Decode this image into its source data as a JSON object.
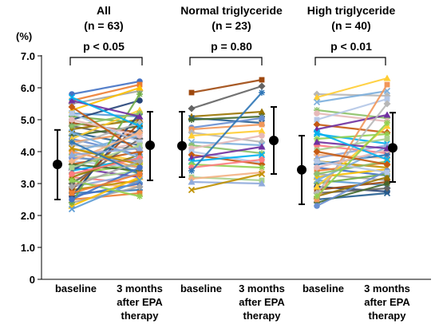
{
  "chart_data": {
    "type": "line",
    "ylabel": "(%)",
    "ylim": [
      0,
      7
    ],
    "yticks": [
      "0",
      "1.0",
      "2.0",
      "3.0",
      "4.0",
      "5.0",
      "6.0",
      "7.0"
    ],
    "grid": false,
    "legend": "none",
    "panels": [
      {
        "title_line1": "All",
        "title_line2": "(n = 63)",
        "p_label": "p < 0.05",
        "x_labels": [
          [
            "baseline"
          ],
          [
            "3 months",
            "after EPA",
            "therapy"
          ]
        ],
        "summary": [
          {
            "mean": 3.6,
            "low": 2.5,
            "high": 4.68
          },
          {
            "mean": 4.2,
            "low": 3.1,
            "high": 5.25
          }
        ],
        "pairs": [
          [
            5.8,
            6.2
          ],
          [
            5.6,
            6.1
          ],
          [
            5.5,
            5.9
          ],
          [
            5.3,
            6.0
          ],
          [
            5.2,
            5.1
          ],
          [
            5.1,
            4.9
          ],
          [
            5.0,
            5.6
          ],
          [
            4.9,
            4.6
          ],
          [
            4.8,
            4.4
          ],
          [
            4.7,
            5.0
          ],
          [
            4.6,
            4.2
          ],
          [
            4.5,
            4.8
          ],
          [
            4.4,
            3.9
          ],
          [
            4.3,
            4.6
          ],
          [
            4.2,
            4.1
          ],
          [
            4.1,
            3.7
          ],
          [
            4.0,
            4.5
          ],
          [
            3.9,
            3.3
          ],
          [
            3.8,
            4.3
          ],
          [
            3.7,
            3.5
          ],
          [
            3.6,
            4.0
          ],
          [
            3.5,
            3.2
          ],
          [
            3.4,
            3.8
          ],
          [
            3.3,
            3.6
          ],
          [
            3.2,
            3.0
          ],
          [
            3.1,
            3.4
          ],
          [
            3.0,
            2.9
          ],
          [
            2.9,
            3.3
          ],
          [
            2.8,
            3.1
          ],
          [
            2.7,
            2.8
          ],
          [
            2.6,
            3.0
          ],
          [
            2.5,
            2.7
          ],
          [
            2.4,
            2.9
          ],
          [
            2.3,
            3.2
          ],
          [
            2.2,
            3.1
          ],
          [
            2.4,
            5.8
          ],
          [
            2.6,
            5.2
          ],
          [
            2.8,
            4.9
          ],
          [
            3.0,
            4.4
          ],
          [
            3.2,
            3.9
          ],
          [
            3.4,
            4.7
          ],
          [
            3.6,
            3.4
          ],
          [
            3.8,
            3.7
          ],
          [
            4.0,
            3.5
          ],
          [
            4.2,
            4.9
          ],
          [
            4.4,
            5.3
          ],
          [
            4.6,
            3.8
          ],
          [
            4.8,
            5.2
          ],
          [
            5.0,
            4.5
          ],
          [
            5.2,
            4.3
          ],
          [
            5.4,
            4.0
          ],
          [
            5.6,
            5.1
          ],
          [
            5.7,
            4.8
          ],
          [
            3.1,
            2.6
          ],
          [
            3.3,
            3.8
          ],
          [
            3.5,
            4.2
          ],
          [
            3.7,
            4.6
          ],
          [
            3.9,
            4.1
          ],
          [
            4.1,
            3.6
          ],
          [
            4.3,
            3.3
          ],
          [
            2.5,
            3.5
          ],
          [
            2.7,
            3.3
          ],
          [
            2.9,
            3.7
          ]
        ]
      },
      {
        "title_line1": "Normal triglyceride",
        "title_line2": "(n = 23)",
        "p_label": "p = 0.80",
        "x_labels": [
          [
            "baseline"
          ],
          [
            "3 months",
            "after EPA",
            "therapy"
          ]
        ],
        "summary": [
          {
            "mean": 4.18,
            "low": 3.2,
            "high": 5.25
          },
          {
            "mean": 4.35,
            "low": 3.3,
            "high": 5.4
          }
        ],
        "pairs": [
          [
            5.85,
            6.25
          ],
          [
            5.35,
            6.05
          ],
          [
            5.1,
            5.25
          ],
          [
            5.05,
            4.9
          ],
          [
            5.0,
            5.1
          ],
          [
            4.75,
            5.05
          ],
          [
            4.7,
            4.85
          ],
          [
            4.6,
            4.3
          ],
          [
            4.5,
            4.65
          ],
          [
            4.3,
            4.2
          ],
          [
            4.2,
            3.95
          ],
          [
            4.1,
            4.5
          ],
          [
            4.0,
            3.65
          ],
          [
            3.9,
            3.6
          ],
          [
            3.8,
            4.15
          ],
          [
            3.7,
            3.9
          ],
          [
            3.6,
            3.5
          ],
          [
            3.5,
            3.75
          ],
          [
            3.2,
            3.1
          ],
          [
            3.15,
            3.35
          ],
          [
            3.05,
            3.0
          ],
          [
            2.8,
            3.3
          ],
          [
            3.4,
            5.85
          ]
        ]
      },
      {
        "title_line1": "High triglyceride",
        "title_line2": "(n = 40)",
        "p_label": "p < 0.01",
        "x_labels": [
          [
            "baseline"
          ],
          [
            "3 months",
            "after EPA",
            "therapy"
          ]
        ],
        "summary": [
          {
            "mean": 3.43,
            "low": 2.35,
            "high": 4.5
          },
          {
            "mean": 4.12,
            "low": 3.05,
            "high": 5.22
          }
        ],
        "pairs": [
          [
            5.8,
            5.75
          ],
          [
            5.7,
            6.3
          ],
          [
            5.55,
            5.9
          ],
          [
            5.3,
            5.05
          ],
          [
            5.2,
            4.95
          ],
          [
            5.0,
            5.65
          ],
          [
            4.85,
            4.6
          ],
          [
            4.7,
            5.15
          ],
          [
            4.55,
            4.25
          ],
          [
            4.4,
            4.55
          ],
          [
            4.2,
            3.95
          ],
          [
            4.05,
            4.4
          ],
          [
            3.9,
            3.8
          ],
          [
            3.8,
            4.2
          ],
          [
            3.7,
            3.5
          ],
          [
            3.6,
            3.9
          ],
          [
            3.5,
            3.25
          ],
          [
            3.4,
            3.65
          ],
          [
            3.3,
            3.1
          ],
          [
            3.2,
            3.45
          ],
          [
            3.1,
            2.95
          ],
          [
            3.0,
            3.3
          ],
          [
            2.9,
            2.75
          ],
          [
            2.8,
            3.05
          ],
          [
            2.7,
            2.85
          ],
          [
            2.6,
            3.2
          ],
          [
            2.5,
            2.7
          ],
          [
            2.4,
            3.0
          ],
          [
            2.3,
            3.4
          ],
          [
            2.5,
            6.1
          ],
          [
            2.7,
            5.5
          ],
          [
            2.9,
            4.8
          ],
          [
            3.1,
            4.15
          ],
          [
            3.3,
            3.7
          ],
          [
            3.5,
            4.05
          ],
          [
            3.7,
            3.35
          ],
          [
            4.0,
            3.6
          ],
          [
            4.3,
            4.1
          ],
          [
            4.6,
            3.75
          ],
          [
            2.6,
            4.9
          ]
        ]
      }
    ]
  },
  "palette": [
    "#4472c4",
    "#ed7d31",
    "#a5a5a5",
    "#ffc000",
    "#5b9bd5",
    "#70ad47",
    "#264478",
    "#9e480e",
    "#636363",
    "#997300",
    "#255e91",
    "#43682b",
    "#698ed0",
    "#f1975a",
    "#b7b7b7",
    "#ffcd33",
    "#7cafdd",
    "#8cc168",
    "#e6b9b8",
    "#b4c7e7",
    "#c55a11",
    "#7030a0",
    "#00b0f0",
    "#92d050",
    "#ff7c80",
    "#a9d08e",
    "#f4b183",
    "#8faadc",
    "#bf9000",
    "#2e75b6"
  ]
}
